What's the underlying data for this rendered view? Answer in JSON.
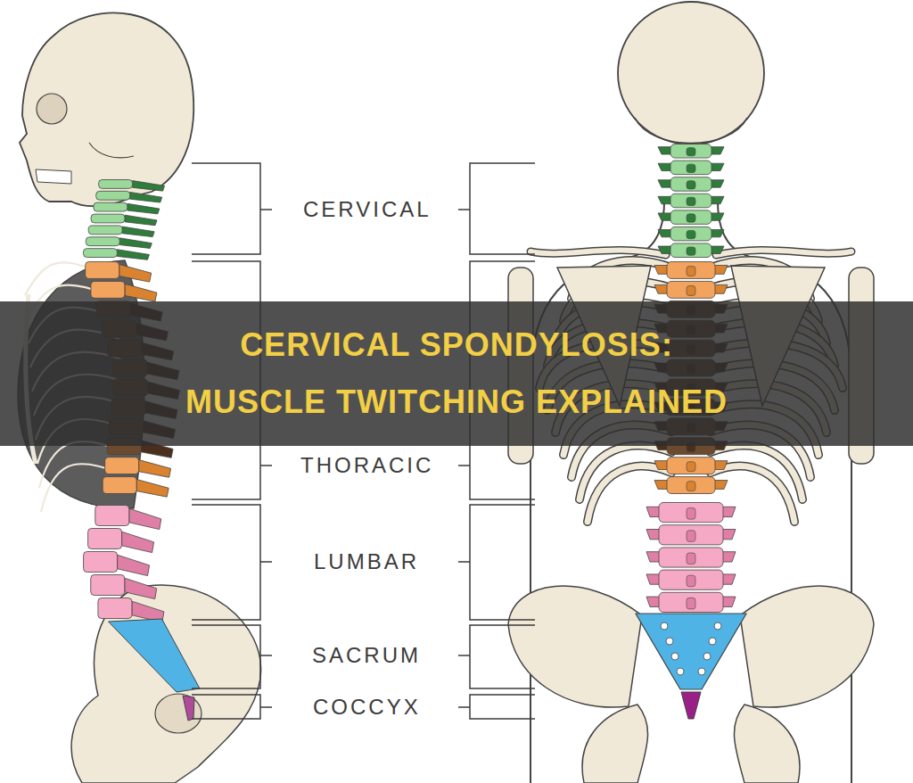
{
  "diagram": {
    "title": "CERVICAL SPONDYLOSIS: MUSCLE TWITCHING EXPLAINED",
    "labels": [
      "CERVICAL",
      "THORACIC",
      "LUMBAR",
      "SACRUM",
      "COCCYX"
    ]
  }
}
